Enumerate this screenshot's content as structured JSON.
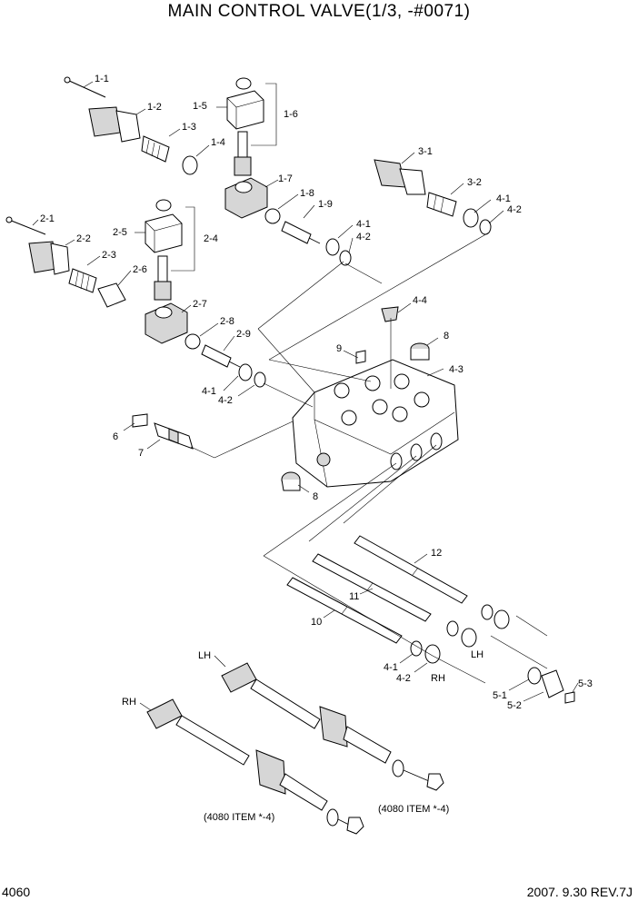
{
  "title": "MAIN CONTROL VALVE(1/3, -#0071)",
  "footer": {
    "page_code": "4060",
    "revision": "2007. 9.30  REV.7J"
  },
  "callouts": {
    "c1_1": "1-1",
    "c1_2": "1-2",
    "c1_3": "1-3",
    "c1_4": "1-4",
    "c1_5": "1-5",
    "c1_6": "1-6",
    "c1_7": "1-7",
    "c1_8": "1-8",
    "c1_9": "1-9",
    "c2_1": "2-1",
    "c2_2": "2-2",
    "c2_3": "2-3",
    "c2_4": "2-4",
    "c2_5": "2-5",
    "c2_6": "2-6",
    "c2_7": "2-7",
    "c2_8": "2-8",
    "c2_9": "2-9",
    "c3_1": "3-1",
    "c3_2": "3-2",
    "c4_1a": "4-1",
    "c4_2a": "4-2",
    "c4_1b": "4-1",
    "c4_2b": "4-2",
    "c4_1c": "4-1",
    "c4_2c": "4-2",
    "c4_1d": "4-1",
    "c4_2d": "4-2",
    "c4_3": "4-3",
    "c4_4": "4-4",
    "c5_1": "5-1",
    "c5_2": "5-2",
    "c5_3": "5-3",
    "c6": "6",
    "c7": "7",
    "c8a": "8",
    "c8b": "8",
    "c9": "9",
    "c10": "10",
    "c11": "11",
    "c12": "12",
    "lh_a": "LH",
    "rh_a": "RH",
    "lh_b": "LH",
    "rh_b": "RH",
    "ref_a": "(4080 ITEM *-4)",
    "ref_b": "(4080 ITEM *-4)"
  }
}
